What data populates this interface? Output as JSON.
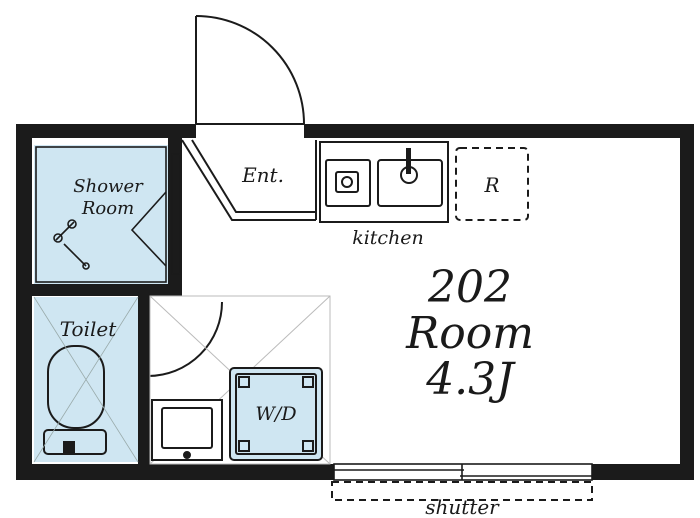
{
  "floorplan": {
    "room_number": "202",
    "room_word": "Room",
    "room_size": "4.3J",
    "shower_line1": "Shower",
    "shower_line2": "Room",
    "toilet": "Toilet",
    "entrance": "Ent.",
    "kitchen": "kitchen",
    "refrigerator": "R",
    "washer": "W/D",
    "shutter": "shutter"
  },
  "colors": {
    "wall": "#1b1b1b",
    "wet_area": "#cfe6f2",
    "fixture_line": "#444444"
  }
}
